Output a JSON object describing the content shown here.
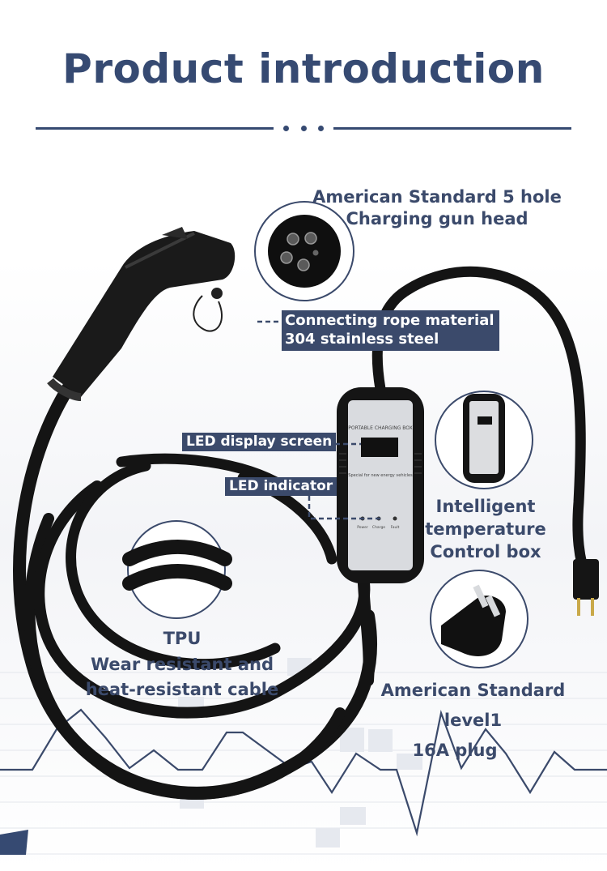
{
  "header": {
    "title": "Product introduction"
  },
  "callouts": {
    "gun_head_line1": "American Standard 5 hole",
    "gun_head_line2": "Charging gun head",
    "rope_line1": "Connecting rope material",
    "rope_line2": "304 stainless steel",
    "led_screen": "LED display screen",
    "led_indicator": "LED indicator",
    "control_box_line1": "Intelligent",
    "control_box_line2": "temperature",
    "control_box_line3": "Control box",
    "cable_line1": "TPU",
    "cable_line2": "Wear resistant and",
    "cable_line3": "heat-resistant cable",
    "plug_line1": "American Standard level1",
    "plug_line2": "16A plug"
  },
  "device_panel": {
    "brand_text": "PORTABLE CHARGING BOX",
    "sub_text": "Special for new energy vehicles",
    "indicators": [
      "Power",
      "Charge",
      "Fault"
    ]
  },
  "colors": {
    "accent": "#364a72",
    "tag_bg": "#3b4a6b",
    "cable": "#111111",
    "panel": "#d6d8dc"
  },
  "icons": [
    "ev-charging-gun",
    "control-box",
    "nema-5-15-plug",
    "cable-coil"
  ]
}
